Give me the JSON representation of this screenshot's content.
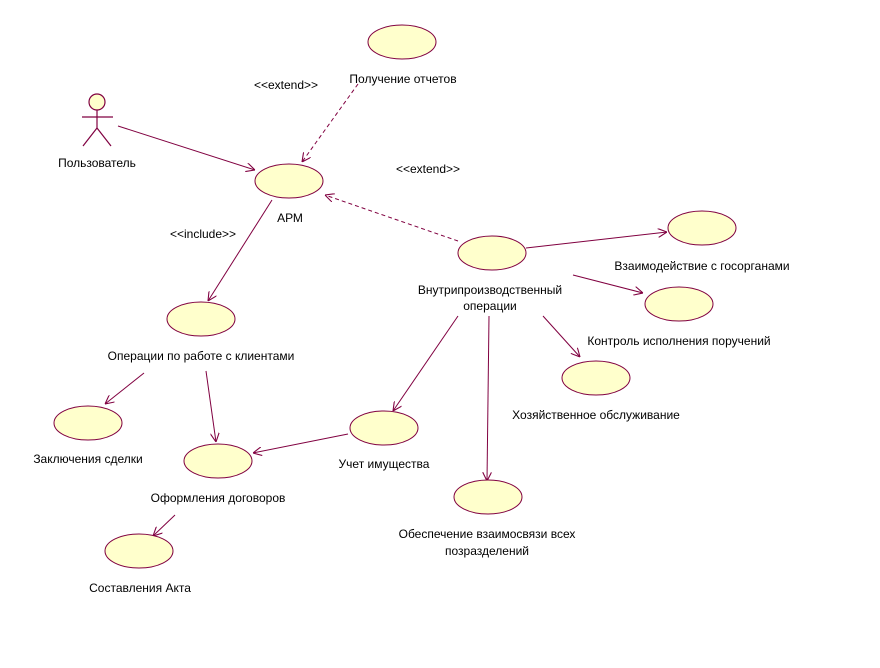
{
  "colors": {
    "usecase_fill": "#ffffcc",
    "line": "#800040",
    "text": "#000000"
  },
  "actor": {
    "label": "Пользователь"
  },
  "stereotypes": {
    "extend_top": "<<extend>>",
    "extend_right": "<<extend>>",
    "include": "<<include>>"
  },
  "use_cases": {
    "reports": "Получение отчетов",
    "arm": "АРМ",
    "internal_ops_line1": "Внутрипроизводственный",
    "internal_ops_line2": "операции",
    "gov": "Взаимодействие с госорганами",
    "control": "Контроль исполнения поручений",
    "household": "Хозяйственное обслуживание",
    "clients": "Операции по работе с клиентами",
    "deals": "Заключения сделки",
    "property": "Учет имущества",
    "contracts": "Оформления договоров",
    "link_line1": "Обеспечение взаимосвязи всех",
    "link_line2": "позразделений",
    "act": "Составления Акта"
  }
}
